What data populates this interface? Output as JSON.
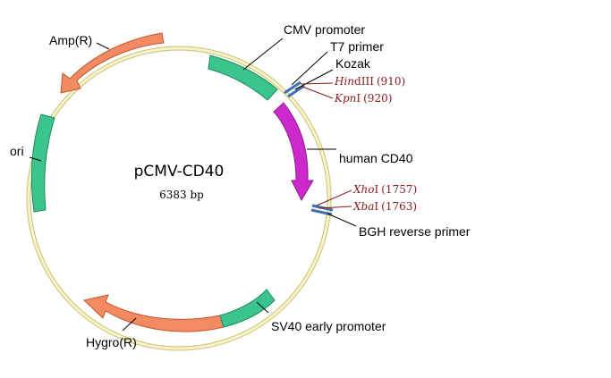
{
  "plasmid": {
    "name": "pCMV-CD40",
    "size": "6383 bp"
  },
  "colors": {
    "backbone": "#f3efb0",
    "backbone_edge": "#c9c27a",
    "amp": "#f48a62",
    "promoter": "#3cc48f",
    "insert": "#cc29cc",
    "primer": "#3f6fb3",
    "site_text": "#8b1a1a"
  },
  "features": {
    "cmv": "CMV promoter",
    "t7": "T7 primer",
    "kozak": "Kozak",
    "cd40": "human CD40",
    "bgh": "BGH reverse primer",
    "sv40": "SV40 early promoter",
    "hygro": "Hygro(R)",
    "ori": "ori",
    "amp": "Amp(R)"
  },
  "sites": [
    {
      "enzyme_italic": "Hin",
      "enzyme_rest": "dIII",
      "position": "(910)"
    },
    {
      "enzyme_italic": "Kpn",
      "enzyme_rest": "I",
      "position": "(920)"
    },
    {
      "enzyme_italic": "Xho",
      "enzyme_rest": "I",
      "position": "(1757)"
    },
    {
      "enzyme_italic": "Xba",
      "enzyme_rest": "I",
      "position": "(1763)"
    }
  ]
}
